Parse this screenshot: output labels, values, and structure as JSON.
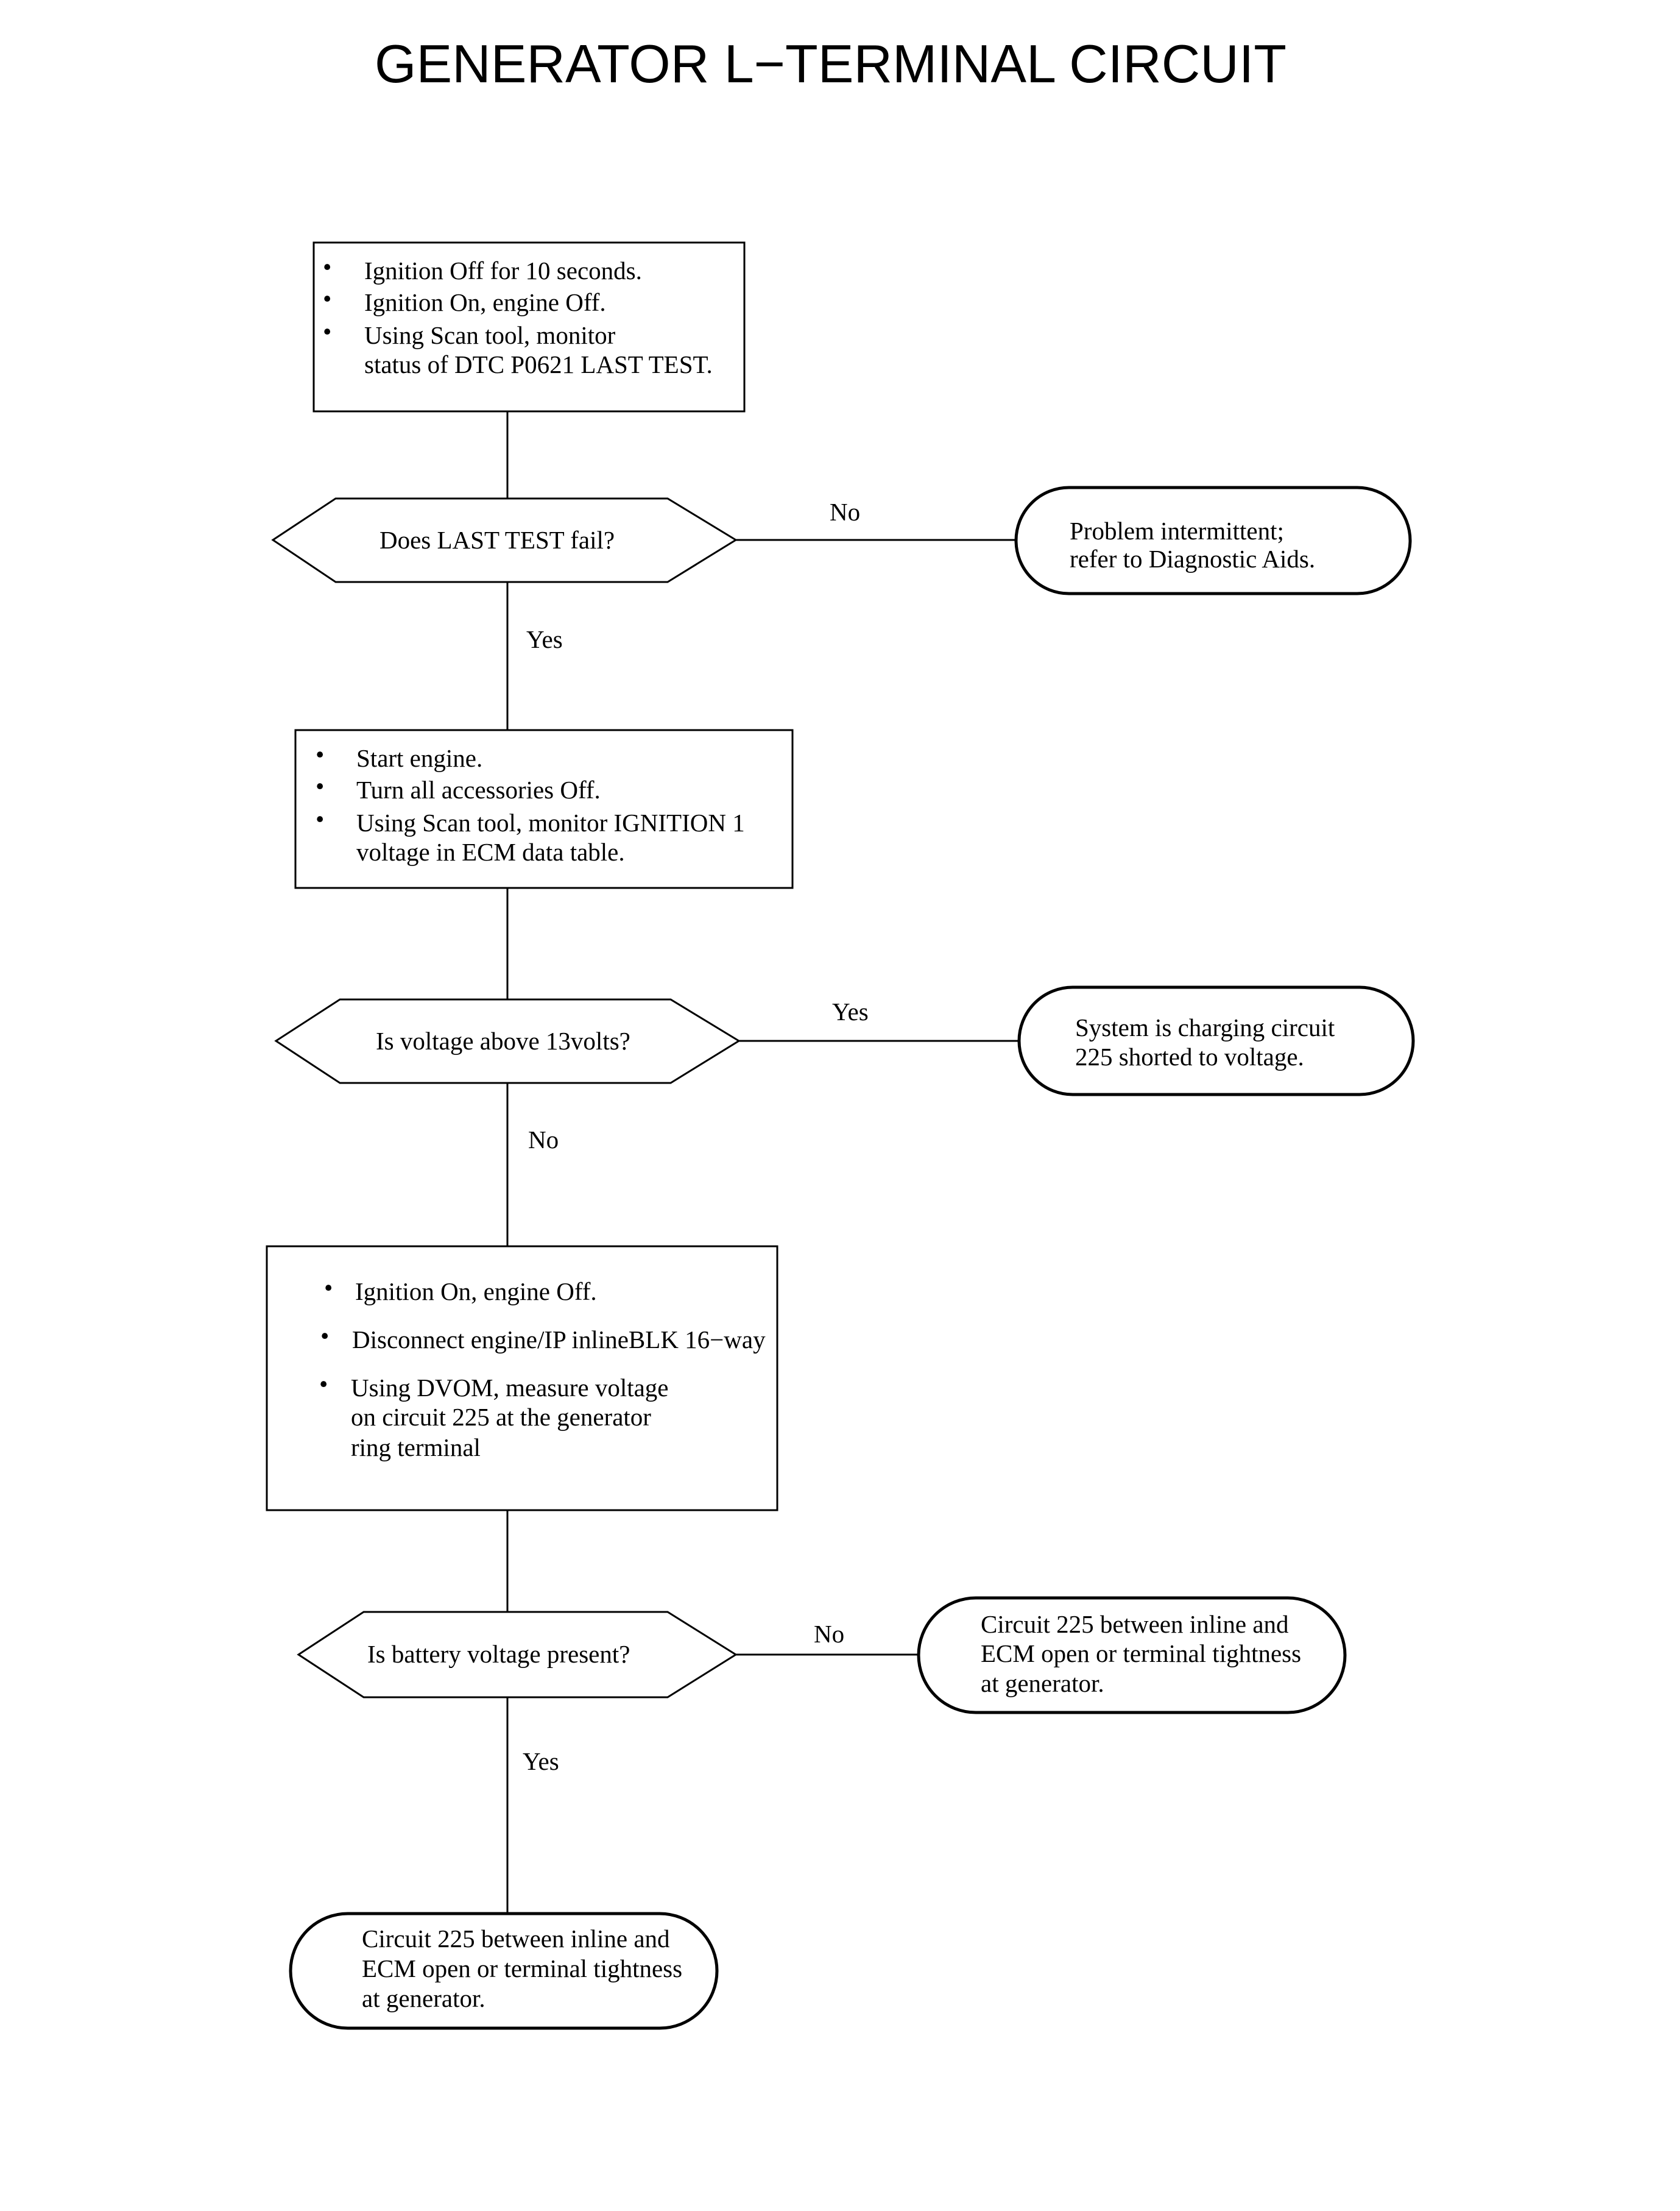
{
  "title": "GENERATOR L−TERMINAL CIRCUIT",
  "box1": {
    "bullet": "•",
    "lines": [
      "Ignition Off for 10 seconds.",
      "Ignition On, engine Off.",
      "Using Scan tool, monitor",
      "status of DTC P0621 LAST TEST."
    ]
  },
  "decision1": {
    "question": "Does LAST TEST fail?",
    "no_label": "No",
    "yes_label": "Yes"
  },
  "end1": {
    "lines": [
      "Problem intermittent;",
      "refer to Diagnostic Aids."
    ]
  },
  "box2": {
    "bullet": "•",
    "lines": [
      "Start engine.",
      "Turn all accessories Off.",
      "Using Scan tool, monitor IGNITION 1",
      "voltage in ECM data table."
    ]
  },
  "decision2": {
    "question": "Is voltage above 13volts?",
    "yes_label": "Yes",
    "no_label": "No"
  },
  "end2": {
    "lines": [
      "System is charging circuit",
      "225 shorted to voltage."
    ]
  },
  "box3": {
    "bullet": "•",
    "lines": [
      "Ignition On, engine Off.",
      "Disconnect engine/IP inlineBLK 16−way",
      "Using DVOM, measure voltage",
      "on circuit 225 at the generator",
      "ring terminal"
    ]
  },
  "decision3": {
    "question": "Is battery voltage present?",
    "no_label": "No",
    "yes_label": "Yes"
  },
  "end3": {
    "lines": [
      "Circuit 225 between inline and",
      "ECM open or terminal tightness",
      "at generator."
    ]
  },
  "end4": {
    "lines": [
      "Circuit 225 between inline and",
      "ECM open or terminal tightness",
      "at generator."
    ]
  }
}
